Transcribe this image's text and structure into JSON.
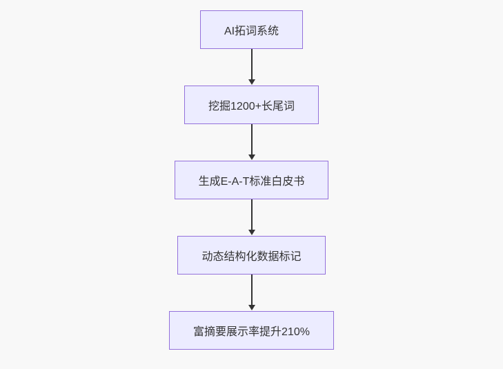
{
  "page": {
    "background_color": "#f8f8f8"
  },
  "flowchart": {
    "type": "flowchart",
    "direction": "top-down",
    "nodes": [
      {
        "id": "node-1",
        "label": "AI拓词系统"
      },
      {
        "id": "node-2",
        "label": "挖掘1200+长尾词"
      },
      {
        "id": "node-3",
        "label": "生成E-A-T标准白皮书"
      },
      {
        "id": "node-4",
        "label": "动态结构化数据标记"
      },
      {
        "id": "node-5",
        "label": "富摘要展示率提升210%"
      }
    ],
    "edges": [
      {
        "from": "node-1",
        "to": "node-2",
        "style": "arrow-down"
      },
      {
        "from": "node-2",
        "to": "node-3",
        "style": "arrow-down"
      },
      {
        "from": "node-3",
        "to": "node-4",
        "style": "arrow-down"
      },
      {
        "from": "node-4",
        "to": "node-5",
        "style": "arrow-down"
      }
    ],
    "colors": {
      "node_fill": "#ececff",
      "node_border": "#9370db",
      "arrow": "#333333",
      "text": "#333333"
    }
  }
}
